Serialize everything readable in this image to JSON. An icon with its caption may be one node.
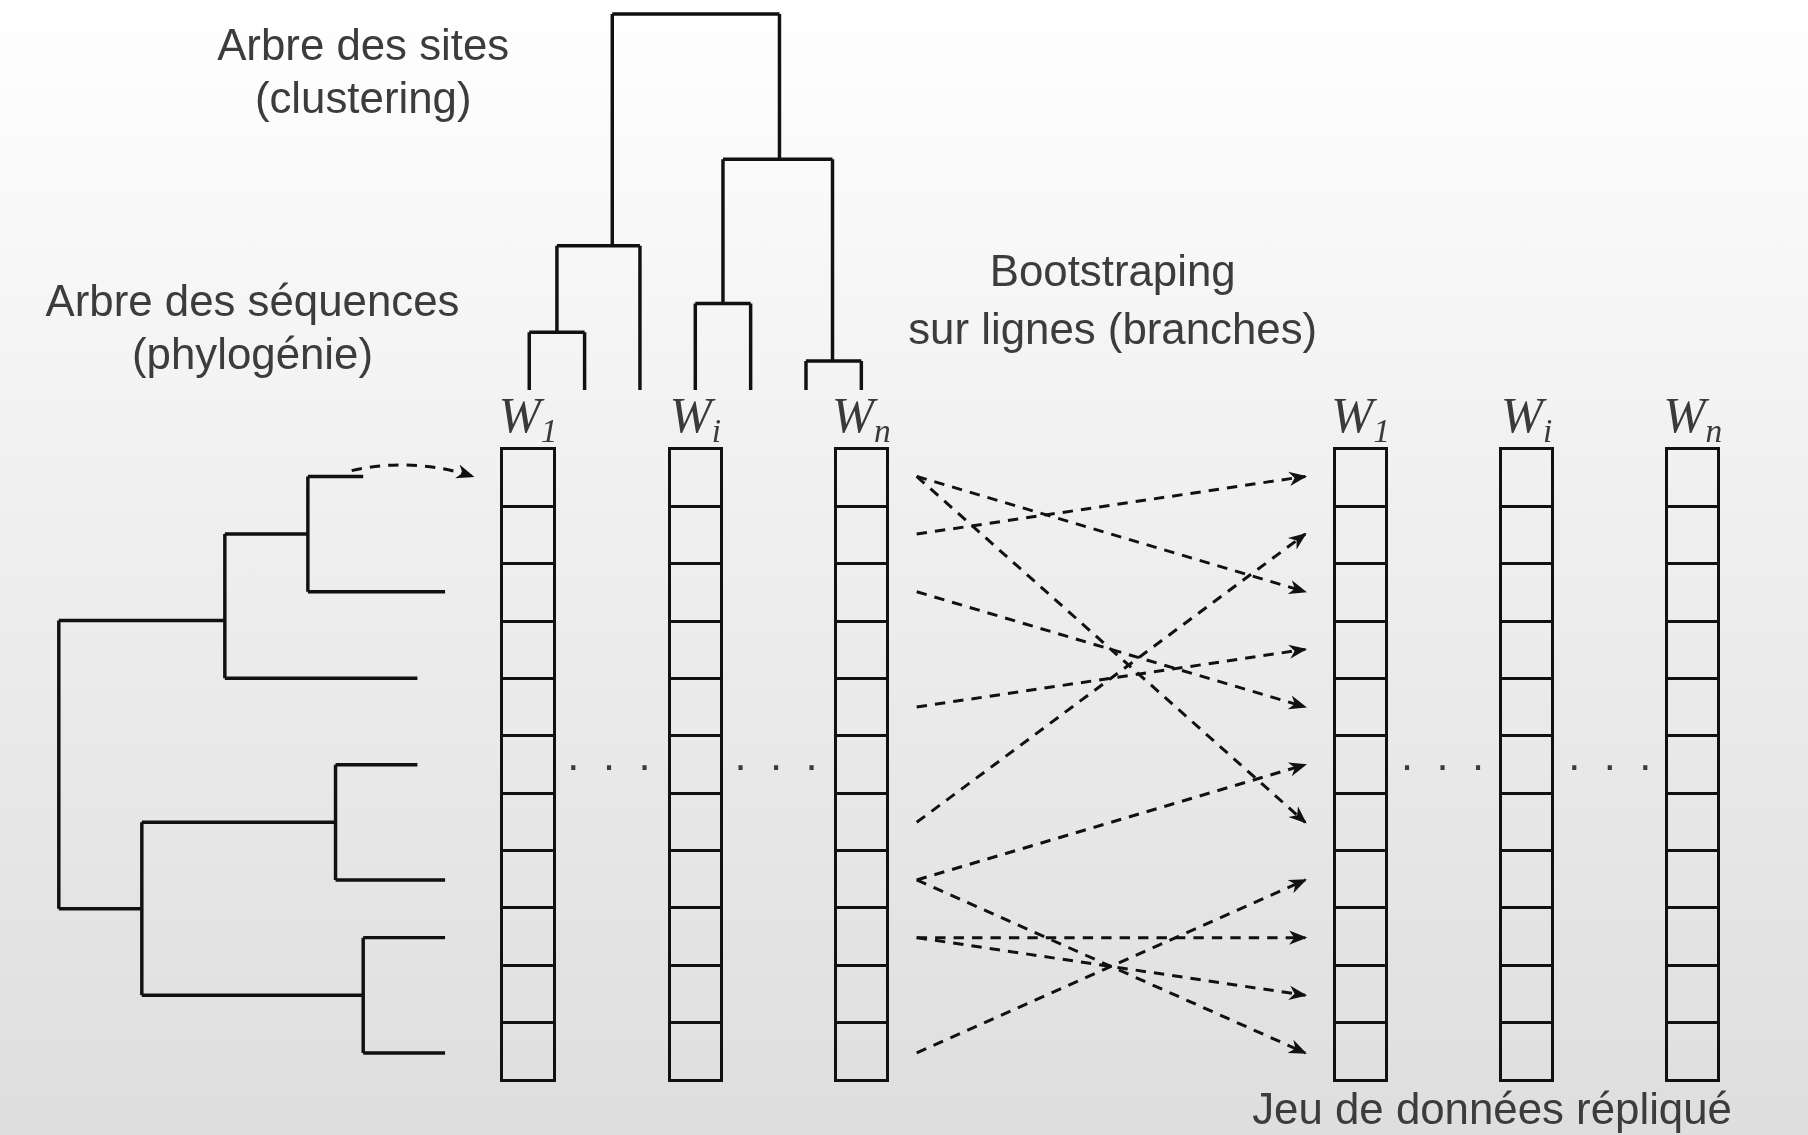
{
  "diagram": {
    "nodes": [
      {
        "text": [
          "W$_{1}$"
        ]
      },
      {
        "text": [
          "W$_{i}$"
        ]
      },
      {
        "text": [
          "W$_{n}$"
        ]
      },
      {
        "text": [
          "W$_{1}$"
        ]
      },
      {
        "text": [
          "W$_{i}$"
        ]
      },
      {
        "text": [
          "W$_{n}$"
        ]
      },
      {
        "text": [],
        "shape": "picture"
      }
    ],
    "edges": [
      {
        "from": 6,
        "to": 0,
        "arrow": "to",
        "style": "dashed"
      },
      {
        "from": 2,
        "to": 3,
        "arrow": "to",
        "style": "dashed"
      },
      {
        "from": 2,
        "to": 3,
        "arrow": "to",
        "style": "dashed"
      },
      {
        "from": 2,
        "to": 3,
        "arrow": "to",
        "style": "dashed"
      },
      {
        "from": 2,
        "to": 3,
        "arrow": "to",
        "style": "dashed"
      },
      {
        "from": 2,
        "to": 3,
        "arrow": "to",
        "style": "dashed"
      },
      {
        "from": 2,
        "to": 3,
        "arrow": "to",
        "style": "dashed"
      },
      {
        "from": 2,
        "to": 3,
        "arrow": "to",
        "style": "dashed"
      },
      {
        "from": 2,
        "to": 3,
        "arrow": "to",
        "style": "dashed"
      },
      {
        "from": 2,
        "to": 3,
        "arrow": "to",
        "style": "dashed"
      },
      {
        "from": 2,
        "to": 3,
        "arrow": "to",
        "style": "dashed"
      },
      {
        "from": 2,
        "to": 3,
        "arrow": "to",
        "style": "dashed"
      }
    ],
    "labels": [
      "Arbre des sites (clustering)",
      "Arbre des séquences (phylogénie)",
      "Bootstraping",
      "sur lignes (branches)",
      "· · ·",
      "· · ·",
      "· · ·",
      "· · ·",
      "Jeu de données répliqué"
    ]
  }
}
